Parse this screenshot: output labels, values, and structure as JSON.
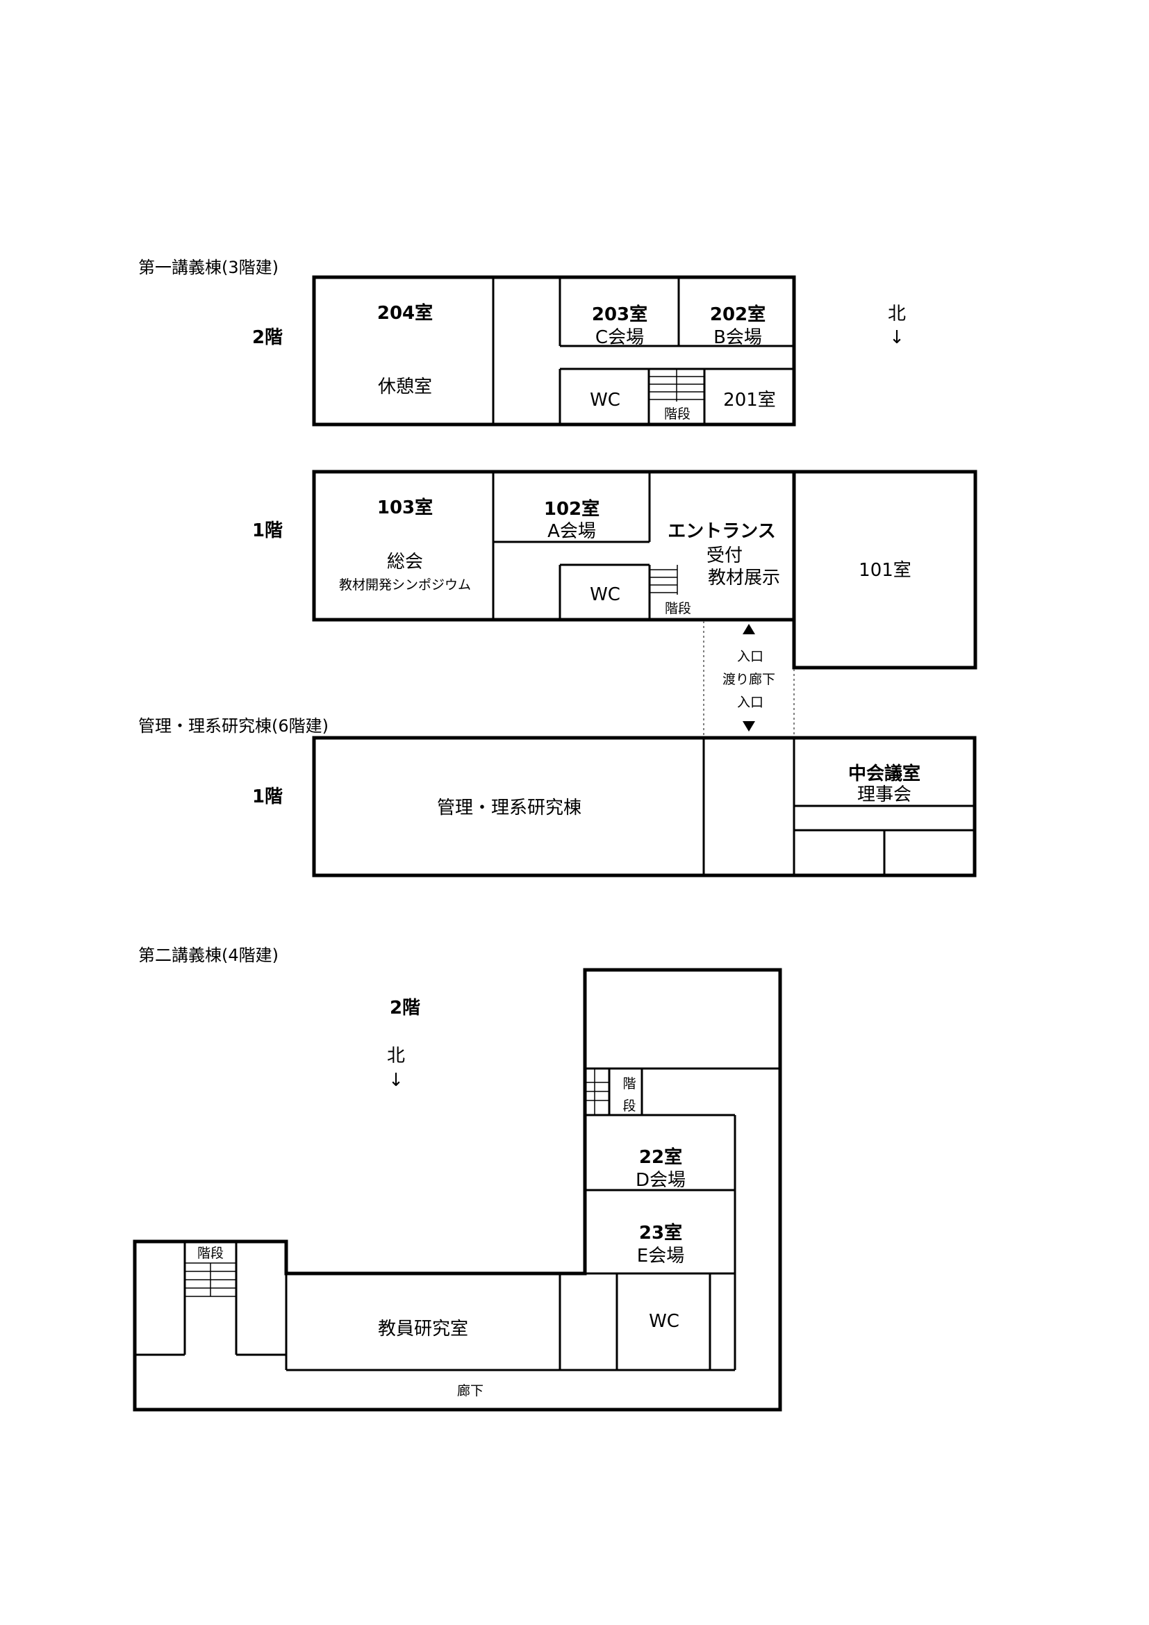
{
  "building1": {
    "heading": "第一講義棟(3階建)",
    "floor2": {
      "label": "2階",
      "room204": "204室",
      "room204_use": "休憩室",
      "room203": "203室",
      "room203_use": "C会場",
      "room202": "202室",
      "room202_use": "B会場",
      "wc": "WC",
      "stairs": "階段",
      "room201": "201室"
    },
    "north_label": "北",
    "north_arrow": "↓",
    "floor1": {
      "label": "1階",
      "room103": "103室",
      "room103_use": "総会",
      "room103_use2": "教材開発シンポジウム",
      "room102": "102室",
      "room102_use": "A会場",
      "wc": "WC",
      "stairs": "階段",
      "entrance": "エントランス",
      "reception": "受付",
      "exhibit": "教材展示",
      "room101": "101室"
    },
    "corridor": {
      "entry_top": "入口",
      "name": "渡り廊下",
      "entry_bottom": "入口"
    }
  },
  "building2": {
    "heading": "管理・理系研究棟(6階建)",
    "floor1": {
      "label": "1階",
      "main": "管理・理系研究棟",
      "mid_meeting": "中会議室",
      "mid_meeting_use": "理事会"
    }
  },
  "building3": {
    "heading": "第二講義棟(4階建)",
    "floor_label": "2階",
    "north_label": "北",
    "north_arrow": "↓",
    "stairs_right_1": "階",
    "stairs_right_2": "段",
    "room22": "22室",
    "room22_use": "D会場",
    "room23": "23室",
    "room23_use": "E会場",
    "stairs_left": "階段",
    "faculty": "教員研究室",
    "wc": "WC",
    "hallway": "廊下"
  }
}
